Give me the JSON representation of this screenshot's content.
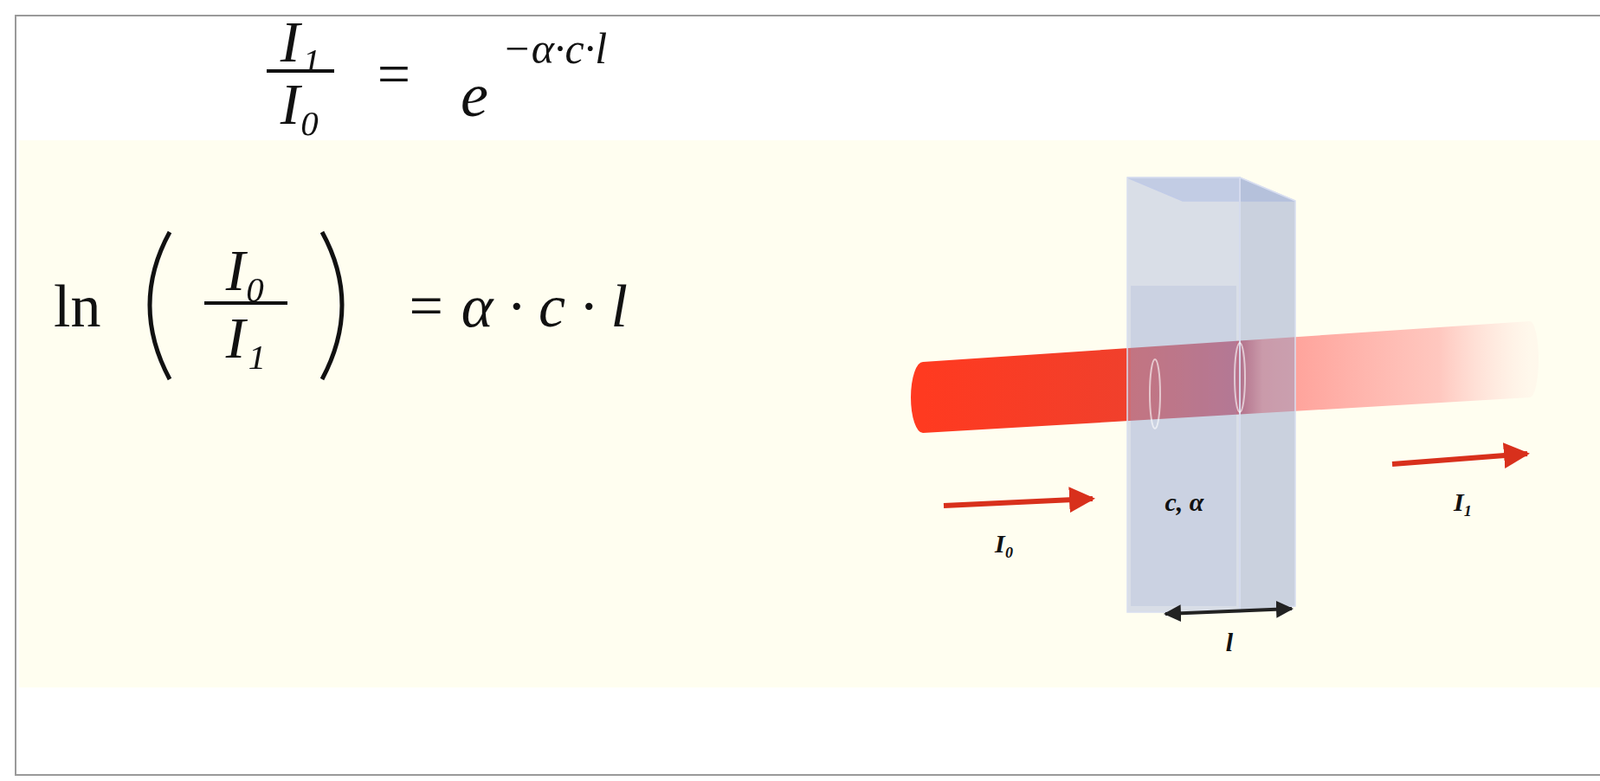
{
  "diagram": {
    "labels": [
      "I₁",
      "I₀",
      "=",
      "e",
      "−α·c·l",
      "ln",
      "I₀",
      "I₁",
      "= α · c · l",
      "I₀",
      "c, α",
      "I₁",
      "l"
    ]
  }
}
